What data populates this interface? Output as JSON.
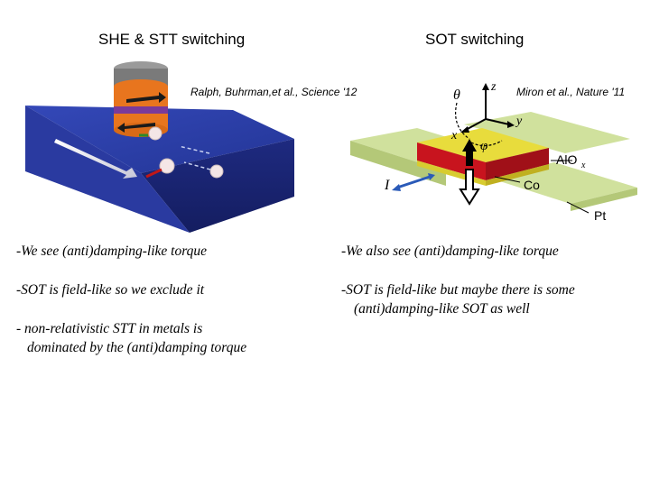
{
  "left": {
    "title": "SHE & STT switching",
    "citation": "Ralph, Buhrman,et al., Science '12",
    "bullets": [
      "-We see (anti)damping-like torque",
      "-SOT is field-like so we exclude it",
      "- non-relativistic STT in metals is",
      "dominated by the (anti)damping torque"
    ]
  },
  "right": {
    "title": "SOT switching",
    "citation": "Miron et al., Nature '11",
    "diagram_labels": {
      "theta": "θ",
      "z": "z",
      "x": "x",
      "y": "y",
      "phi": "φ",
      "alox": "AlO",
      "alox_sub": "x",
      "co": "Co",
      "pt": "Pt",
      "current": "I"
    },
    "bullets": [
      "-We also see (anti)damping-like torque",
      "-SOT is field-like but maybe there is some",
      "(anti)damping-like SOT as well"
    ]
  },
  "colors": {
    "slab_blue": "#1c2b8f",
    "pillar_orange": "#e8751e",
    "green_layer": "#c8dc8c",
    "red_layer": "#c8141e",
    "yellow_layer": "#e8dc3c"
  }
}
